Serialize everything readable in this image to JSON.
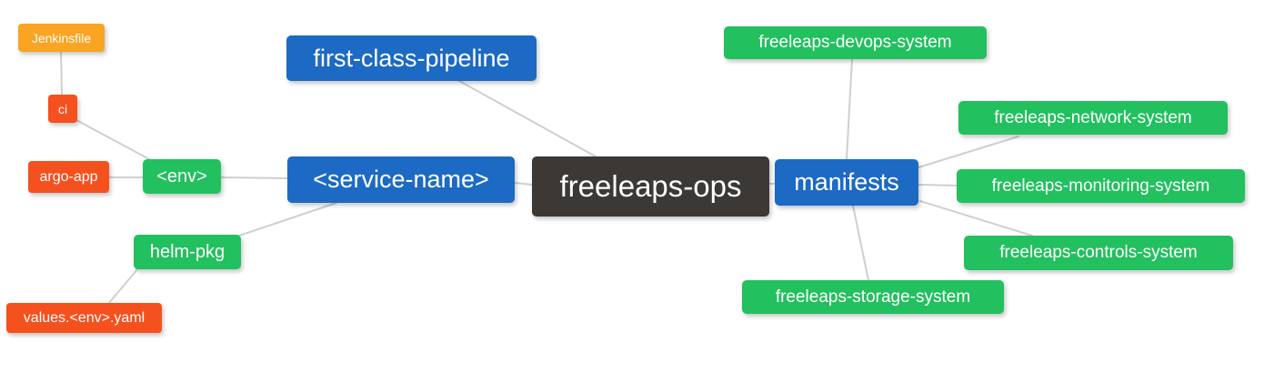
{
  "diagram_title": "freeleaps-ops mind map",
  "colors": {
    "root_bg": "#3b3835",
    "primary_bg": "#1c6ac4",
    "secondary_bg": "#22c05f",
    "leaf_bg": "#f4511e",
    "file_bg": "#f9a423",
    "edge": "#cfcfcf",
    "text": "#ffffff"
  },
  "nodes": {
    "jenkinsfile": {
      "label": "Jenkinsfile"
    },
    "ci": {
      "label": "ci"
    },
    "argo_app": {
      "label": "argo-app"
    },
    "env": {
      "label": "<env>"
    },
    "helm_pkg": {
      "label": "helm-pkg"
    },
    "values_env_yaml": {
      "label": "values.<env>.yaml"
    },
    "first_class_pipeline": {
      "label": "first-class-pipeline"
    },
    "service_name": {
      "label": "<service-name>"
    },
    "freeleaps_ops": {
      "label": "freeleaps-ops"
    },
    "manifests": {
      "label": "manifests"
    },
    "devops_system": {
      "label": "freeleaps-devops-system"
    },
    "network_system": {
      "label": "freeleaps-network-system"
    },
    "monitoring_system": {
      "label": "freeleaps-monitoring-system"
    },
    "controls_system": {
      "label": "freeleaps-controls-system"
    },
    "storage_system": {
      "label": "freeleaps-storage-system"
    }
  },
  "edges": [
    "Jenkinsfile - ci",
    "ci - <env>",
    "argo-app - <env>",
    "<env> - <service-name>",
    "helm-pkg - <service-name>",
    "values.<env>.yaml - helm-pkg",
    "first-class-pipeline - freeleaps-ops",
    "<service-name> - freeleaps-ops",
    "freeleaps-ops - manifests",
    "manifests - freeleaps-devops-system",
    "manifests - freeleaps-network-system",
    "manifests - freeleaps-monitoring-system",
    "manifests - freeleaps-controls-system",
    "manifests - freeleaps-storage-system"
  ]
}
